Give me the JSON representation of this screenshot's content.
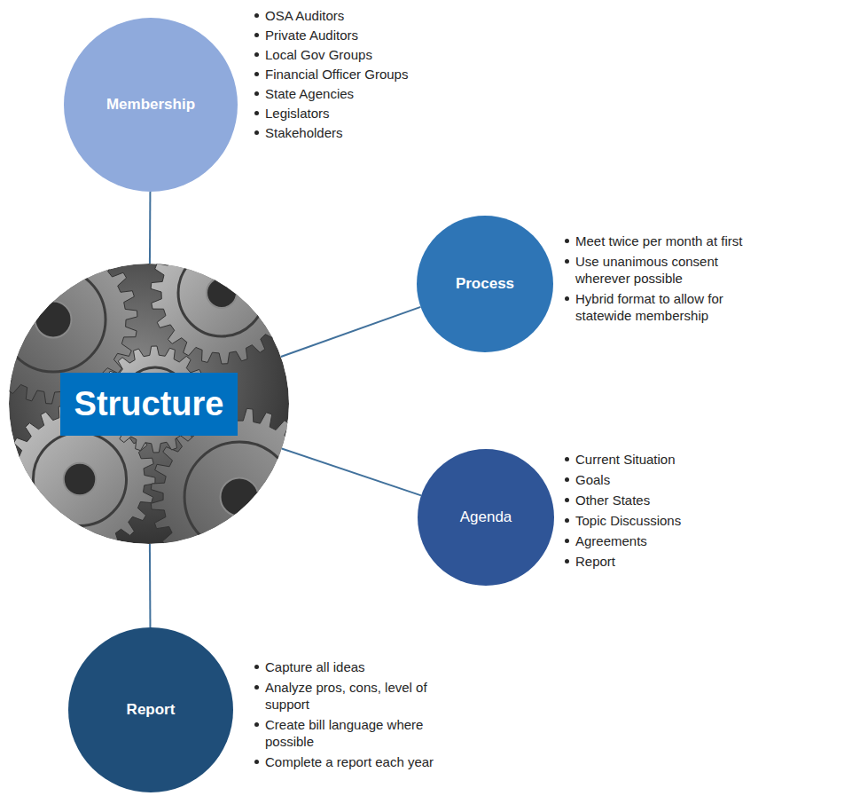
{
  "diagram": {
    "nodes": [
      {
        "text": [
          "Membership"
        ]
      },
      {
        "text": [
          "Process"
        ]
      },
      {
        "text": [
          "Structure"
        ]
      },
      {
        "text": [
          "Agenda"
        ]
      },
      {
        "text": [
          "Report"
        ]
      }
    ],
    "edges": [
      {
        "from": 2,
        "to": 0,
        "arrow": "none"
      },
      {
        "from": 2,
        "to": 1,
        "arrow": "none"
      },
      {
        "from": 2,
        "to": 3,
        "arrow": "none"
      },
      {
        "from": 2,
        "to": 4,
        "arrow": "none"
      }
    ],
    "labels": [
      "OSA Auditors",
      "Private Auditors",
      "Local Gov Groups",
      "Financial Officer Groups",
      "State Agencies",
      "Legislators",
      "Stakeholders",
      "Meet twice per month at first",
      "Use unanimous consent wherever possible",
      "Hybrid format to allow for statewide membership",
      "Current Situation",
      "Goals",
      "Other States",
      "Topic Discussions",
      "Agreements",
      "Report",
      "Capture all ideas",
      "Analyze pros, cons, level of support",
      "Create bill language where possible",
      "Complete a report each year"
    ]
  }
}
